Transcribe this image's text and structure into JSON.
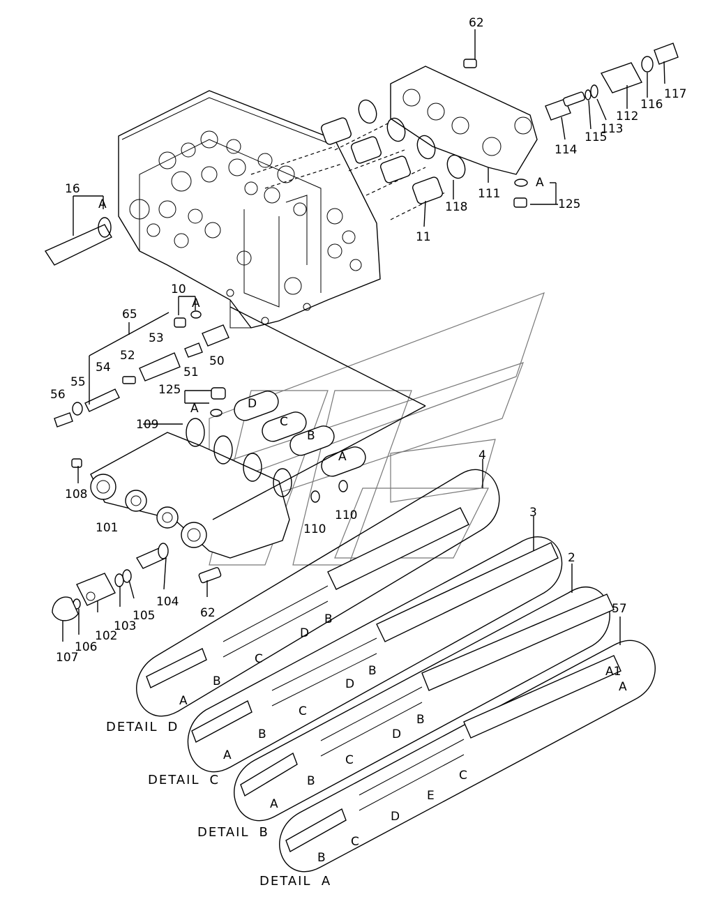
{
  "part_labels": [
    {
      "id": "62_top",
      "text": "62"
    },
    {
      "id": "117",
      "text": "117"
    },
    {
      "id": "116",
      "text": "116"
    },
    {
      "id": "112",
      "text": "112"
    },
    {
      "id": "113",
      "text": "113"
    },
    {
      "id": "115",
      "text": "115"
    },
    {
      "id": "114",
      "text": "114"
    },
    {
      "id": "111",
      "text": "111"
    },
    {
      "id": "118",
      "text": "118"
    },
    {
      "id": "11",
      "text": "11"
    },
    {
      "id": "125_top",
      "text": "125"
    },
    {
      "id": "A_125_top",
      "text": "A"
    },
    {
      "id": "16",
      "text": "16"
    },
    {
      "id": "A_16",
      "text": "A"
    },
    {
      "id": "10",
      "text": "10"
    },
    {
      "id": "A_10",
      "text": "A"
    },
    {
      "id": "65",
      "text": "65"
    },
    {
      "id": "53",
      "text": "53"
    },
    {
      "id": "52",
      "text": "52"
    },
    {
      "id": "54",
      "text": "54"
    },
    {
      "id": "51",
      "text": "51"
    },
    {
      "id": "50",
      "text": "50"
    },
    {
      "id": "55",
      "text": "55"
    },
    {
      "id": "56",
      "text": "56"
    },
    {
      "id": "125_mid",
      "text": "125"
    },
    {
      "id": "A_125_mid",
      "text": "A"
    },
    {
      "id": "plug_D",
      "text": "D"
    },
    {
      "id": "plug_C",
      "text": "C"
    },
    {
      "id": "plug_B",
      "text": "B"
    },
    {
      "id": "plug_A",
      "text": "A"
    },
    {
      "id": "109",
      "text": "109"
    },
    {
      "id": "108",
      "text": "108"
    },
    {
      "id": "101",
      "text": "101"
    },
    {
      "id": "110a",
      "text": "110"
    },
    {
      "id": "110b",
      "text": "110"
    },
    {
      "id": "4",
      "text": "4"
    },
    {
      "id": "3",
      "text": "3"
    },
    {
      "id": "2",
      "text": "2"
    },
    {
      "id": "57",
      "text": "57"
    },
    {
      "id": "104",
      "text": "104"
    },
    {
      "id": "105",
      "text": "105"
    },
    {
      "id": "103",
      "text": "103"
    },
    {
      "id": "102",
      "text": "102"
    },
    {
      "id": "106",
      "text": "106"
    },
    {
      "id": "107",
      "text": "107"
    },
    {
      "id": "62_bot",
      "text": "62"
    }
  ],
  "detail_labels": [
    {
      "id": "detail_d",
      "word": "DETAIL",
      "letter": "D"
    },
    {
      "id": "detail_c",
      "word": "DETAIL",
      "letter": "C"
    },
    {
      "id": "detail_b",
      "word": "DETAIL",
      "letter": "B"
    },
    {
      "id": "detail_a",
      "word": "DETAIL",
      "letter": "A"
    }
  ],
  "spool_callouts": {
    "d_B1": "B",
    "d_D": "D",
    "d_B2": "B",
    "d_C": "C",
    "d_A": "A",
    "c_B1": "B",
    "c_D": "D",
    "c_B2": "B",
    "c_C": "C",
    "c_A": "A",
    "b_B1": "B",
    "b_D": "D",
    "b_B2": "B",
    "b_C": "C",
    "b_A": "A",
    "a_C1": "C",
    "a_E": "E",
    "a_D": "D",
    "a_C2": "C",
    "a_B": "B",
    "a_A1": "A1",
    "a_A": "A"
  }
}
